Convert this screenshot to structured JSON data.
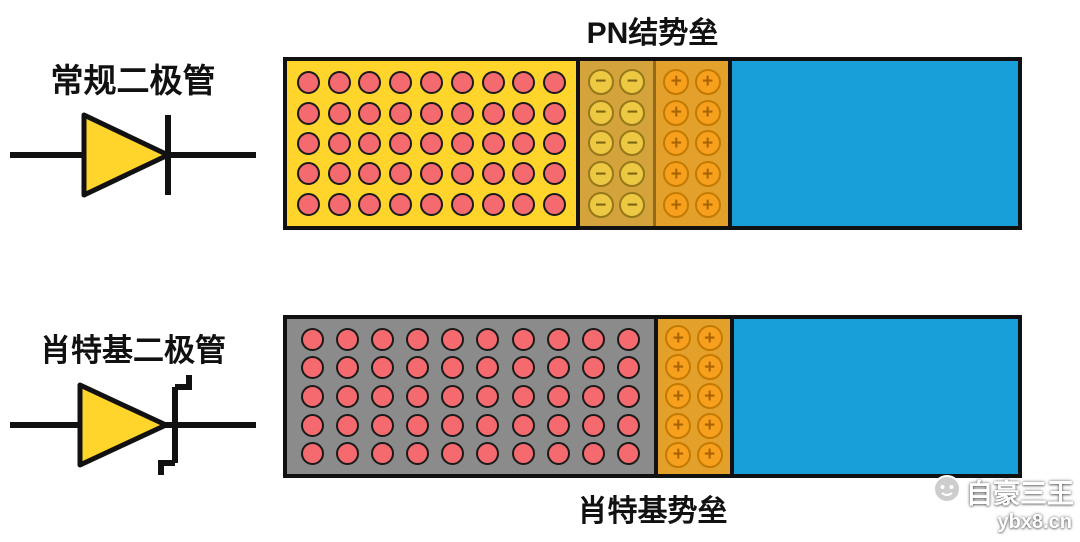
{
  "pn_diagram": {
    "title": "PN结势垒",
    "device_label": "常规二极管"
  },
  "schottky_diagram": {
    "title": "肖特基势垒",
    "device_label": "肖特基二极管"
  },
  "watermark": {
    "name": "自豪三王",
    "site": "ybx8.cn"
  },
  "particles": {
    "pn_holes": {
      "rows": 5,
      "cols": 9,
      "kind": "hole",
      "symbol": ""
    },
    "pn_acceptor_ions": {
      "rows": 5,
      "cols": 2,
      "kind": "minus",
      "symbol": "−"
    },
    "pn_donor_ions": {
      "rows": 5,
      "cols": 2,
      "kind": "plus",
      "symbol": "+"
    },
    "schottky_carriers": {
      "rows": 5,
      "cols": 10,
      "kind": "hole",
      "symbol": ""
    },
    "schottky_donor_ions": {
      "rows": 5,
      "cols": 2,
      "kind": "plus",
      "symbol": "+"
    }
  },
  "colors": {
    "p_region": "#FFD42B",
    "n_region": "#189ED9",
    "metal_region": "#8B8B8B",
    "minus_zone_bg": "#D4A33C",
    "plus_zone_bg": "#E3A02B",
    "hole": "#F56A6E",
    "minus_particle": "#EDC943",
    "plus_particle": "#F7A01E",
    "outline": "#111111",
    "diode_fill": "#FFD42B"
  }
}
